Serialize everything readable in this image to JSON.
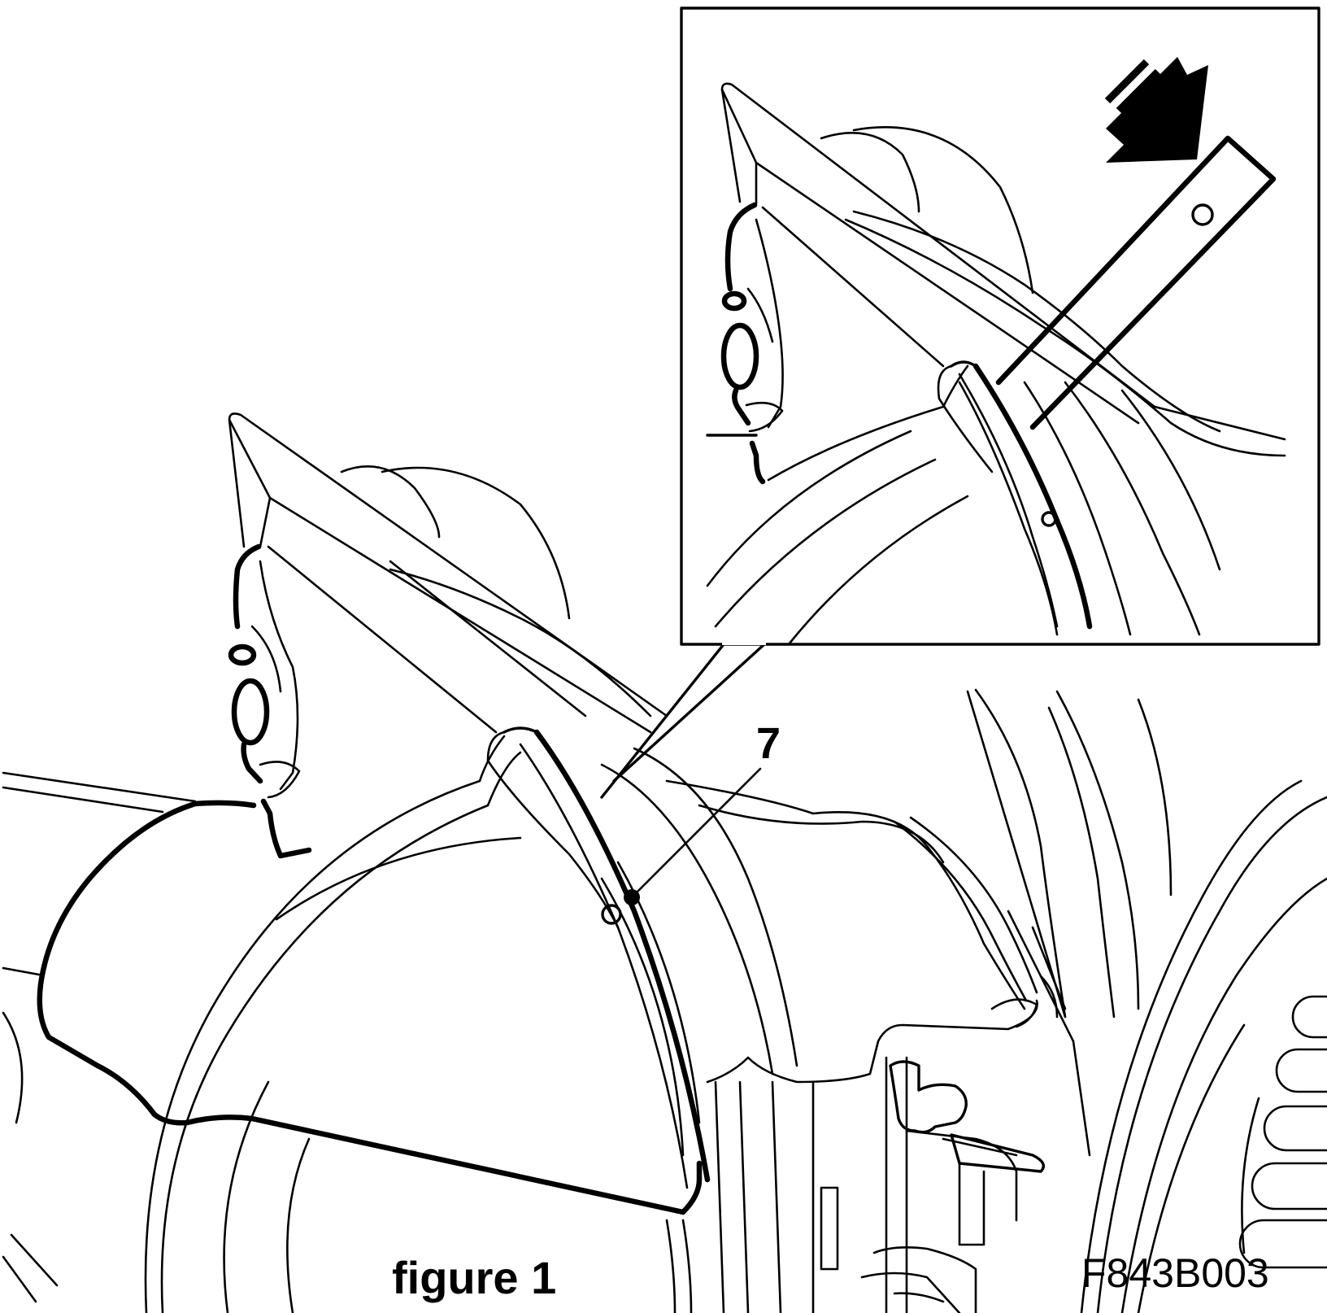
{
  "figure": {
    "caption": "figure 1",
    "reference_code": "F843B003",
    "callout_label": "7"
  },
  "colors": {
    "line": "#000000",
    "background": "#ffffff"
  },
  "icons": {
    "direction_arrow": "bold-diagonal-arrow-icon"
  }
}
